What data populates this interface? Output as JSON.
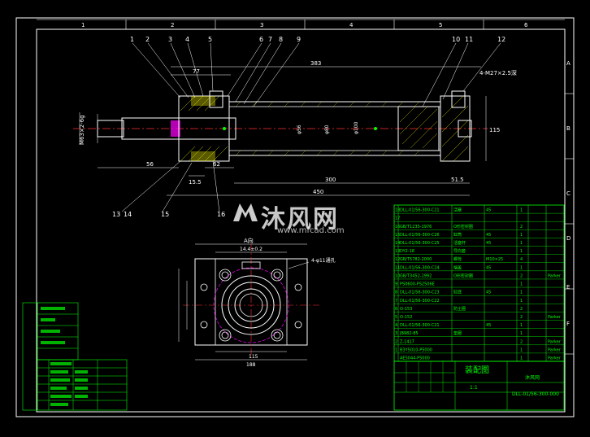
{
  "colors": {
    "border": "#ffffff",
    "cyan": "#00ffff",
    "yellow": "#ffff00",
    "red": "#ff3030",
    "green": "#00ff00",
    "magenta": "#ff00ff",
    "blue": "#4060ff"
  },
  "zone_cols_top": [
    "1",
    "2",
    "3",
    "4",
    "5",
    "6"
  ],
  "zone_rows_right": [
    "A",
    "B",
    "C",
    "D",
    "E",
    "F"
  ],
  "part_numbers_top": [
    "1",
    "2",
    "3",
    "4",
    "5",
    "6",
    "7",
    "8",
    "9",
    "10",
    "11",
    "12"
  ],
  "part_numbers_bottom": [
    "13",
    "14",
    "15",
    "16"
  ],
  "dims": {
    "d383": "383",
    "d77": "77",
    "d56": "56",
    "d155": "15.5",
    "d62": "62",
    "d300": "300",
    "d515": "51.5",
    "d450": "450",
    "d115": "115",
    "thread_left": "M63×2-6g",
    "chamfer": "4-M27×2.5深",
    "a_view": "A向",
    "d14": "14.4±0.2",
    "d115b": "115",
    "d188": "188",
    "holes": "4-φ11通孔"
  },
  "watermark": {
    "title": "沐风网",
    "url": "www.mfcad.com"
  },
  "title_block": {
    "drawing_name": "装配图",
    "drawing_no": "DLL-01/56-300-000",
    "company": "沐风网",
    "scale": "1:1"
  },
  "bom_rows": [
    {
      "no": "18",
      "code": "DLL-01/56-300-C21",
      "name": "活塞",
      "mat": "45",
      "qty": "1",
      "note": ""
    },
    {
      "no": "17",
      "code": "",
      "name": "",
      "mat": "",
      "qty": "",
      "note": ""
    },
    {
      "no": "16",
      "code": "GB/T1235-1976",
      "name": "O形密封圈",
      "mat": "",
      "qty": "2",
      "note": ""
    },
    {
      "no": "15",
      "code": "DLL-01/56-300-C26",
      "name": "缸筒",
      "mat": "45",
      "qty": "1",
      "note": ""
    },
    {
      "no": "14",
      "code": "DLL-01/56-300-C25",
      "name": "活塞杆",
      "mat": "45",
      "qty": "1",
      "note": ""
    },
    {
      "no": "13",
      "code": "DY2-18",
      "name": "导向套",
      "mat": "",
      "qty": "1",
      "note": ""
    },
    {
      "no": "12",
      "code": "GB/T5782-2000",
      "name": "螺栓",
      "mat": "M10×25",
      "qty": "4",
      "note": ""
    },
    {
      "no": "11",
      "code": "DLL-01/56-300-C24",
      "name": "端盖",
      "mat": "45",
      "qty": "1",
      "note": ""
    },
    {
      "no": "10",
      "code": "GB/T3452-1992",
      "name": "O形密封圈",
      "mat": "",
      "qty": "2",
      "note": "Parker"
    },
    {
      "no": "9",
      "code": "PS0600-PS2506E",
      "name": "",
      "mat": "",
      "qty": "1",
      "note": ""
    },
    {
      "no": "8",
      "code": "DLL-01/56-300-C23",
      "name": "缸底",
      "mat": "45",
      "qty": "1",
      "note": ""
    },
    {
      "no": "7",
      "code": "DLL-01/56-300-C22",
      "name": "",
      "mat": "",
      "qty": "1",
      "note": ""
    },
    {
      "no": "6",
      "code": "O-153",
      "name": "防尘圈",
      "mat": "",
      "qty": "2",
      "note": ""
    },
    {
      "no": "5",
      "code": "O-152",
      "name": "",
      "mat": "",
      "qty": "2",
      "note": "Parker"
    },
    {
      "no": "4",
      "code": "DLL-01/56-300-C21",
      "name": "",
      "mat": "45",
      "qty": "1",
      "note": ""
    },
    {
      "no": "3",
      "code": "JB982-85",
      "name": "垫圈",
      "mat": "",
      "qty": "1",
      "note": ""
    },
    {
      "no": "2",
      "code": "Z-1417",
      "name": "",
      "mat": "",
      "qty": "2",
      "note": "Parker"
    },
    {
      "no": "1",
      "code": "B3Y5010-P5000",
      "name": "",
      "mat": "",
      "qty": "1",
      "note": "Parker"
    },
    {
      "no": "",
      "code": "AE5044-P5000",
      "name": "",
      "mat": "",
      "qty": "1",
      "note": "Parker"
    }
  ],
  "left_table": [
    "",
    "",
    "",
    "",
    "",
    "",
    "",
    ""
  ]
}
